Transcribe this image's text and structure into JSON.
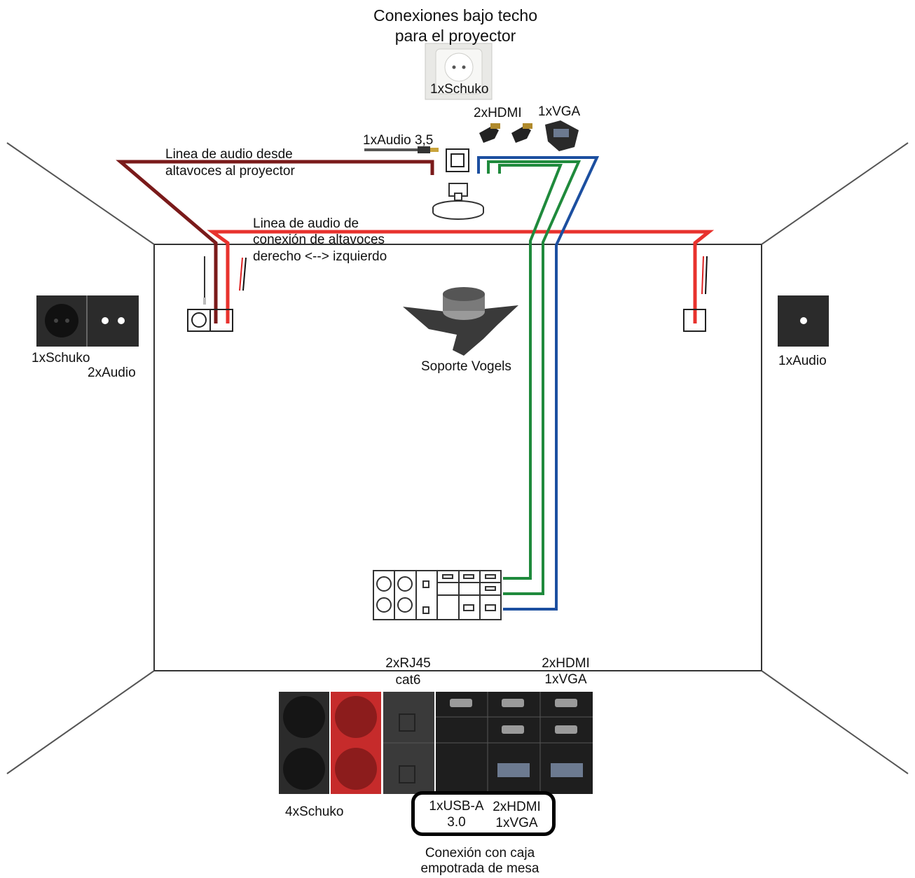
{
  "title_line1": "Conexiones bajo techo",
  "title_line2": "para el proyector",
  "ceiling": {
    "schuko": "1xSchuko",
    "hdmi": "2xHDMI",
    "vga": "1xVGA",
    "audio35": "1xAudio 3,5"
  },
  "lines": {
    "audio_projector_l1": "Linea de audio desde",
    "audio_projector_l2": "altavoces al proyector",
    "audio_speakers_l1": "Linea de audio de",
    "audio_speakers_l2": "conexión de altavoces",
    "audio_speakers_l3": "derecho <--> izquierdo"
  },
  "left_wall": {
    "schuko": "1xSchuko",
    "audio": "2xAudio"
  },
  "right_wall": {
    "audio": "1xAudio"
  },
  "mount": {
    "label": "Soporte Vogels"
  },
  "floor": {
    "rj45_l1": "2xRJ45",
    "rj45_l2": "cat6",
    "hdmi_l1": "2xHDMI",
    "hdmi_l2": "1xVGA",
    "schuko": "4xSchuko",
    "usb_l1": "1xUSB-A",
    "usb_l2": "3.0",
    "box_hdmi_l1": "2xHDMI",
    "box_hdmi_l2": "1xVGA",
    "table_l1": "Conexión con caja",
    "table_l2": "empotrada de mesa"
  },
  "colors": {
    "red": "#e8322d",
    "dark_red": "#7a1a1a",
    "green": "#1f8a3c",
    "blue": "#1c4fa0",
    "panel_dark": "#2b2b2b",
    "panel_red": "#c62b2b"
  }
}
